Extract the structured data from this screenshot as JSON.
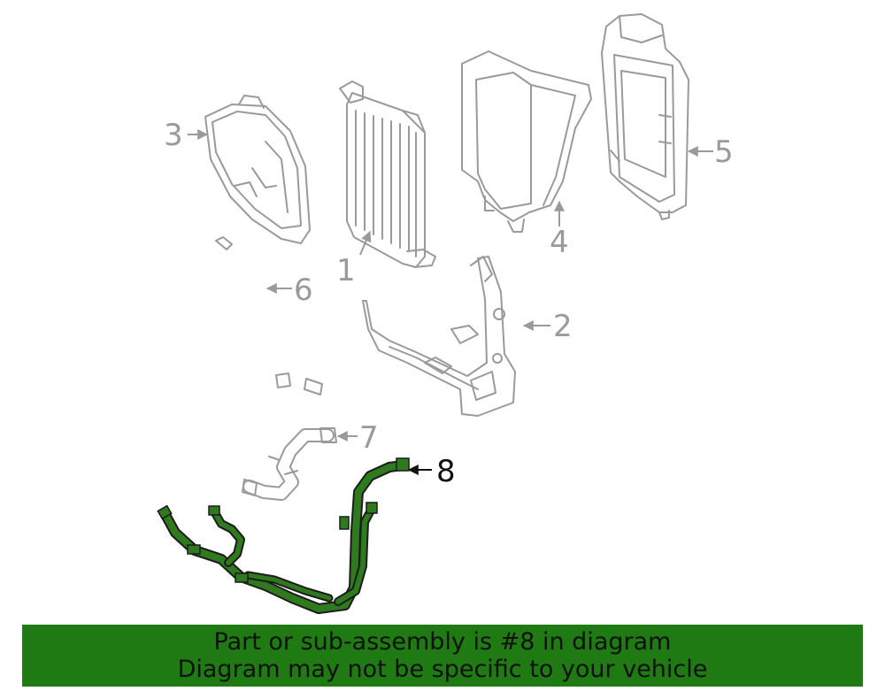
{
  "callouts": [
    {
      "id": "1",
      "label": "1"
    },
    {
      "id": "2",
      "label": "2"
    },
    {
      "id": "3",
      "label": "3"
    },
    {
      "id": "4",
      "label": "4"
    },
    {
      "id": "5",
      "label": "5"
    },
    {
      "id": "6",
      "label": "6"
    },
    {
      "id": "7",
      "label": "7"
    },
    {
      "id": "8",
      "label": "8"
    }
  ],
  "highlighted_part": "8",
  "colors": {
    "highlight": "#2f7a1e",
    "banner": "#1f7a13",
    "part_lines": "#9a9a9a"
  },
  "banner": {
    "line1": "Part or sub-assembly is #8 in diagram",
    "line2": "Diagram may not be specific to your vehicle"
  }
}
